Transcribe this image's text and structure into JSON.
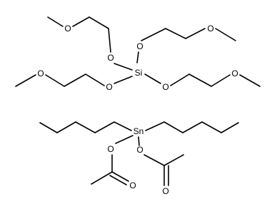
{
  "molecules": [
    {
      "id": "silane",
      "center_atom": "Si"
    },
    {
      "id": "tin-compound",
      "center_atom": "Sn"
    }
  ],
  "atom_labels": {
    "O": "O",
    "Si": "Si",
    "Sn": "Sn"
  },
  "colors": {
    "bond": "#000000",
    "label": "#000000",
    "background": "#ffffff"
  }
}
